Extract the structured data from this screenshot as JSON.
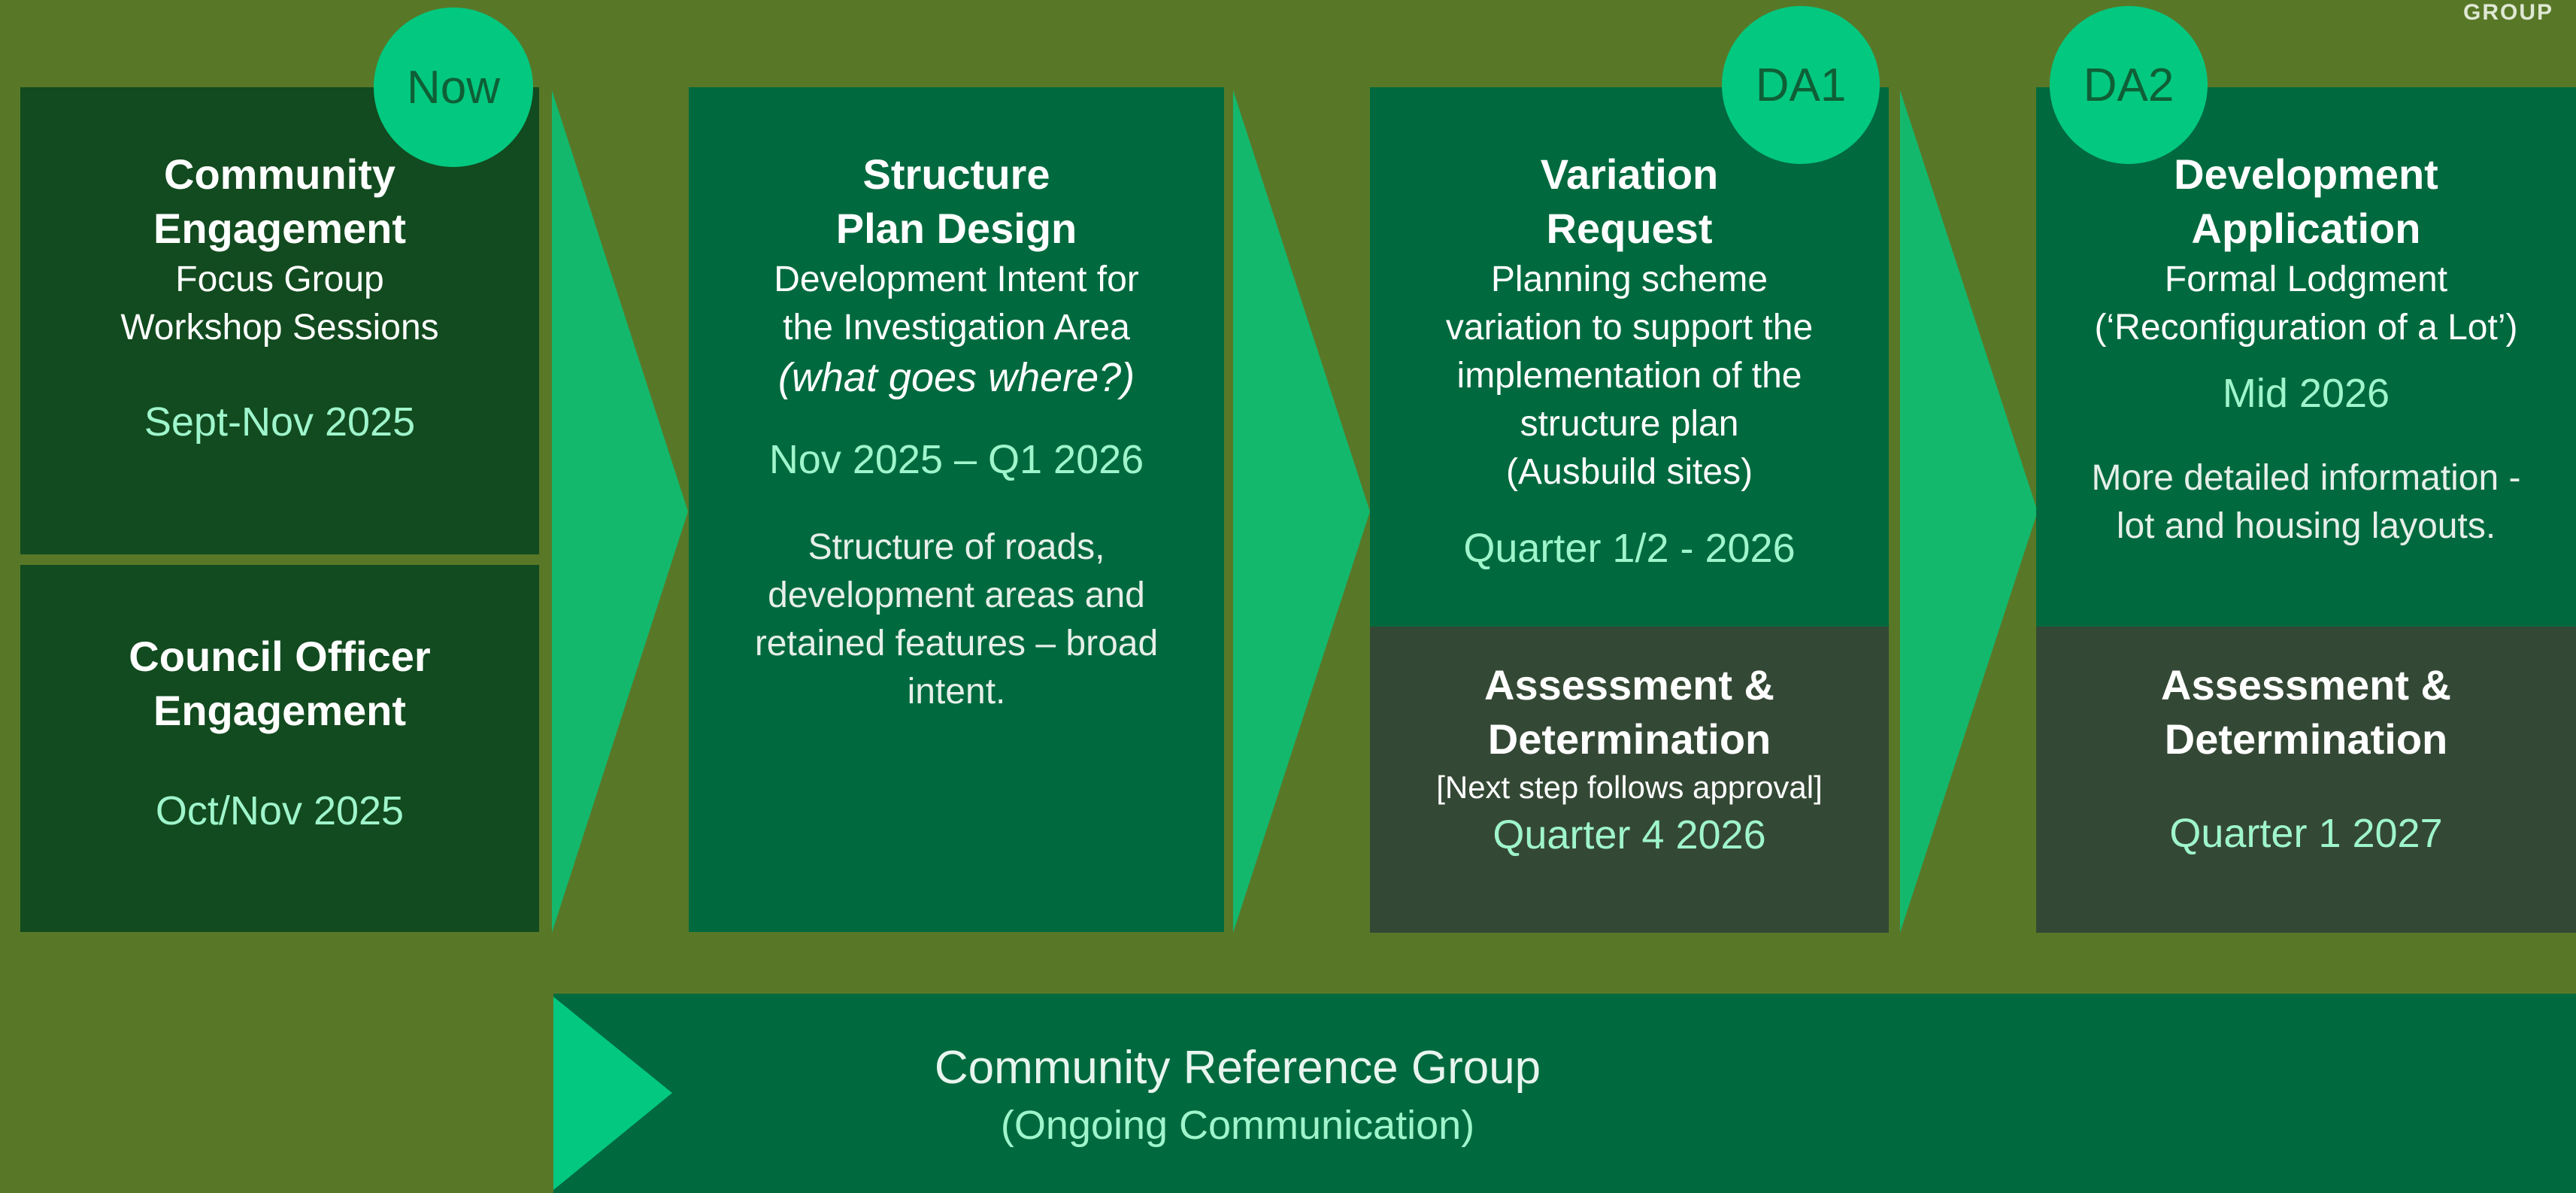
{
  "header": {
    "logo_text": "GROUP"
  },
  "badges": {
    "now": "Now",
    "da1": "DA1",
    "da2": "DA2"
  },
  "stage_community": {
    "title_line1": "Community",
    "title_line2": "Engagement",
    "sub_line1": "Focus Group",
    "sub_line2": "Workshop Sessions",
    "date": "Sept-Nov 2025"
  },
  "stage_council": {
    "title_line1": "Council Officer",
    "title_line2": "Engagement",
    "date": "Oct/Nov 2025"
  },
  "stage_structure": {
    "title_line1": "Structure",
    "title_line2": "Plan Design",
    "sub_line1": "Development Intent for",
    "sub_line2": "the Investigation Area",
    "sub_italic": "(what goes where?)",
    "date": "Nov 2025 – Q1 2026",
    "note_line1": "Structure of roads,",
    "note_line2": "development areas and",
    "note_line3": "retained features – broad",
    "note_line4": "intent."
  },
  "stage_variation": {
    "title_line1": "Variation",
    "title_line2": "Request",
    "sub_line1": "Planning scheme",
    "sub_line2": "variation to support the",
    "sub_line3": "implementation of the",
    "sub_line4": "structure plan",
    "sub_line5": "(Ausbuild sites)",
    "date": "Quarter 1/2 - 2026"
  },
  "stage_assessment1": {
    "title_line1": "Assessment &",
    "title_line2": "Determination",
    "note": "[Next step follows approval]",
    "date": "Quarter 4  2026"
  },
  "stage_development": {
    "title_line1": "Development",
    "title_line2": "Application",
    "sub_line1": "Formal Lodgment",
    "sub_line2": "(‘Reconfiguration of a Lot’)",
    "date": "Mid 2026",
    "note_line1": "More detailed information -",
    "note_line2": "lot and housing layouts."
  },
  "stage_assessment2": {
    "title_line1": "Assessment &",
    "title_line2": "Determination",
    "date": "Quarter 1  2027"
  },
  "reference_group": {
    "title": "Community Reference Group",
    "sub": "(Ongoing Communication)"
  },
  "colors": {
    "background": "#587828",
    "box_dark": "#124b1f",
    "box_teal": "#006a3e",
    "box_grey": "#344935",
    "arrow": "#13b86d",
    "badge": "#03c880",
    "date_text": "#9ff5cc"
  }
}
